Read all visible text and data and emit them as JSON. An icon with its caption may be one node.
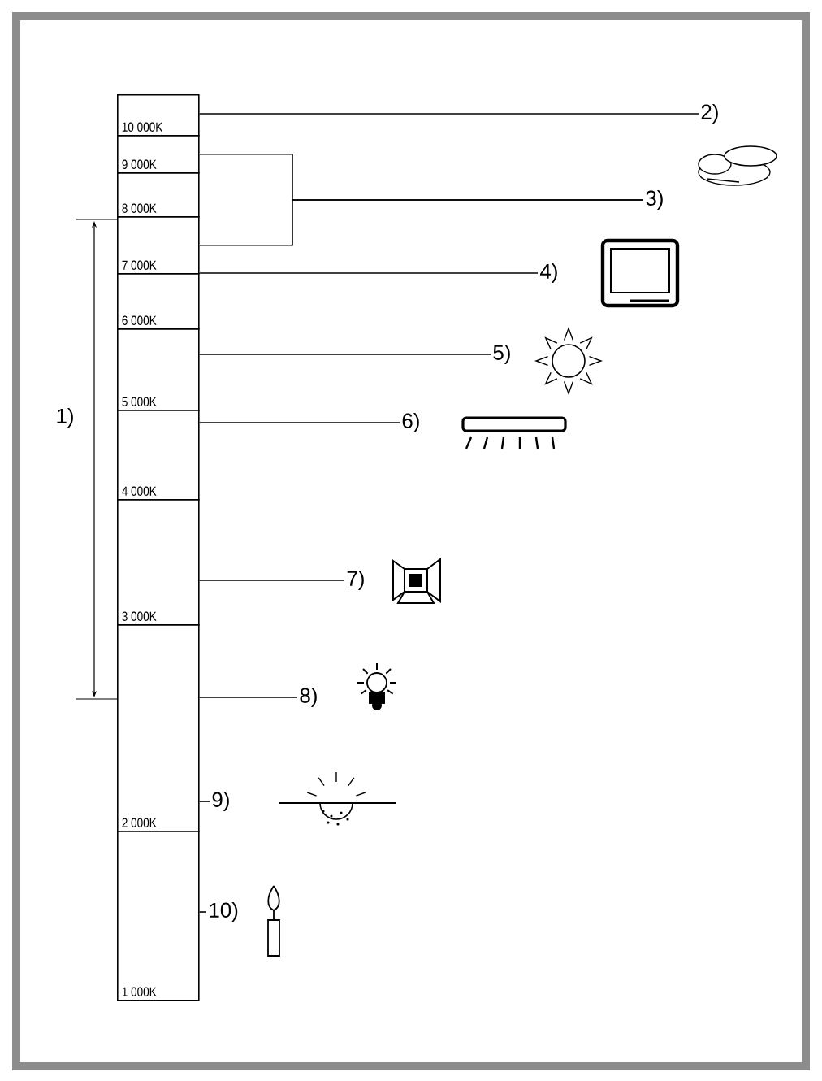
{
  "diagram": {
    "nodes": [
      {
        "text": [
          "10 000K"
        ]
      },
      {
        "text": [
          "9 000K"
        ]
      },
      {
        "text": [
          "8 000K"
        ]
      },
      {
        "text": [
          "7 000K"
        ]
      },
      {
        "text": [
          "6 000K"
        ]
      },
      {
        "text": [
          "5 000K"
        ]
      },
      {
        "text": [
          "4 000K"
        ]
      },
      {
        "text": [
          "3 000K"
        ]
      },
      {
        "text": [
          "2 000K"
        ]
      },
      {
        "text": [
          "1 000K"
        ]
      },
      {
        "text": [
          "2)"
        ]
      },
      {
        "text": [
          "3)"
        ]
      },
      {
        "text": [
          "4)"
        ]
      },
      {
        "text": [
          "5)"
        ]
      },
      {
        "text": [
          "6)"
        ]
      },
      {
        "text": [
          "7)"
        ]
      },
      {
        "text": [
          "8)"
        ]
      },
      {
        "text": [
          "9)"
        ]
      },
      {
        "text": [
          "10)"
        ]
      }
    ],
    "edges": [
      {
        "from": 0,
        "to": 10,
        "arrow": "none"
      },
      {
        "from": 1,
        "to": 11,
        "arrow": "none"
      },
      {
        "from": 3,
        "to": 11,
        "arrow": "none"
      },
      {
        "from": 4,
        "to": 12,
        "arrow": "none"
      },
      {
        "from": 5,
        "to": 13,
        "arrow": "none"
      },
      {
        "from": 6,
        "to": 14,
        "arrow": "none"
      },
      {
        "from": 7,
        "to": 15,
        "arrow": "none"
      },
      {
        "from": 8,
        "to": 16,
        "arrow": "none"
      },
      {
        "from": 8,
        "to": 17,
        "arrow": "none"
      },
      {
        "from": 9,
        "to": 18,
        "arrow": "none"
      }
    ],
    "labels": [
      "1)"
    ]
  }
}
